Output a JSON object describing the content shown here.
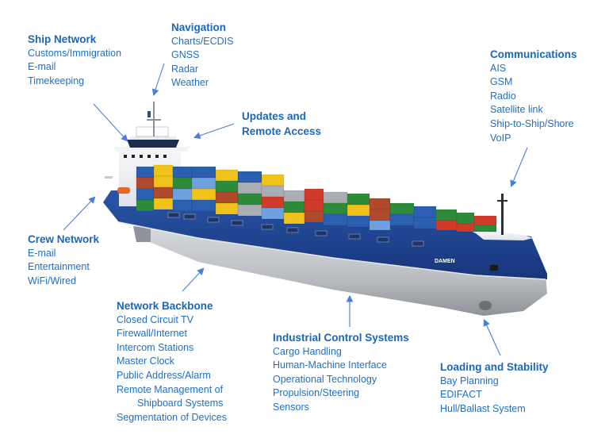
{
  "diagram": {
    "subject": "Container ship with onboard networks and systems",
    "ship_marking": "DAMEN",
    "colors": {
      "label_text": "#1f6fc5",
      "arrow": "#4a7fd6",
      "hull_blue": "#1d3f8a",
      "hull_grey": "#c8cacd",
      "superstructure": "#eef0f3",
      "bridge": "#1c2c4a"
    }
  },
  "callouts": {
    "ship_network": {
      "title": "Ship Network",
      "items": [
        "Customs/Immigration",
        "E-mail",
        "Timekeeping"
      ]
    },
    "navigation": {
      "title": "Navigation",
      "items": [
        "Charts/ECDIS",
        "GNSS",
        "Radar",
        "Weather"
      ]
    },
    "updates_remote": {
      "title_line1": "Updates and",
      "title_line2": "Remote Access"
    },
    "communications": {
      "title": "Communications",
      "items": [
        "AIS",
        "GSM",
        "Radio",
        "Satellite link",
        "Ship-to-Ship/Shore",
        "VoIP"
      ]
    },
    "crew_network": {
      "title": "Crew Network",
      "items": [
        "E-mail",
        "Entertainment",
        "WiFi/Wired"
      ]
    },
    "network_backbone": {
      "title": "Network Backbone",
      "items": [
        "Closed Circuit TV",
        "Firewall/Internet",
        "Intercom Stations",
        "Master Clock",
        "Public Address/Alarm",
        "Remote Management of",
        "Shipboard Systems",
        "Segmentation of Devices"
      ]
    },
    "industrial_control": {
      "title": "Industrial Control Systems",
      "items": [
        "Cargo Handling",
        "Human-Machine Interface",
        "Operational Technology",
        "Propulsion/Steering",
        "Sensors"
      ]
    },
    "loading_stability": {
      "title": "Loading and Stability",
      "items": [
        "Bay Planning",
        "EDIFACT",
        "Hull/Ballast System"
      ]
    }
  }
}
